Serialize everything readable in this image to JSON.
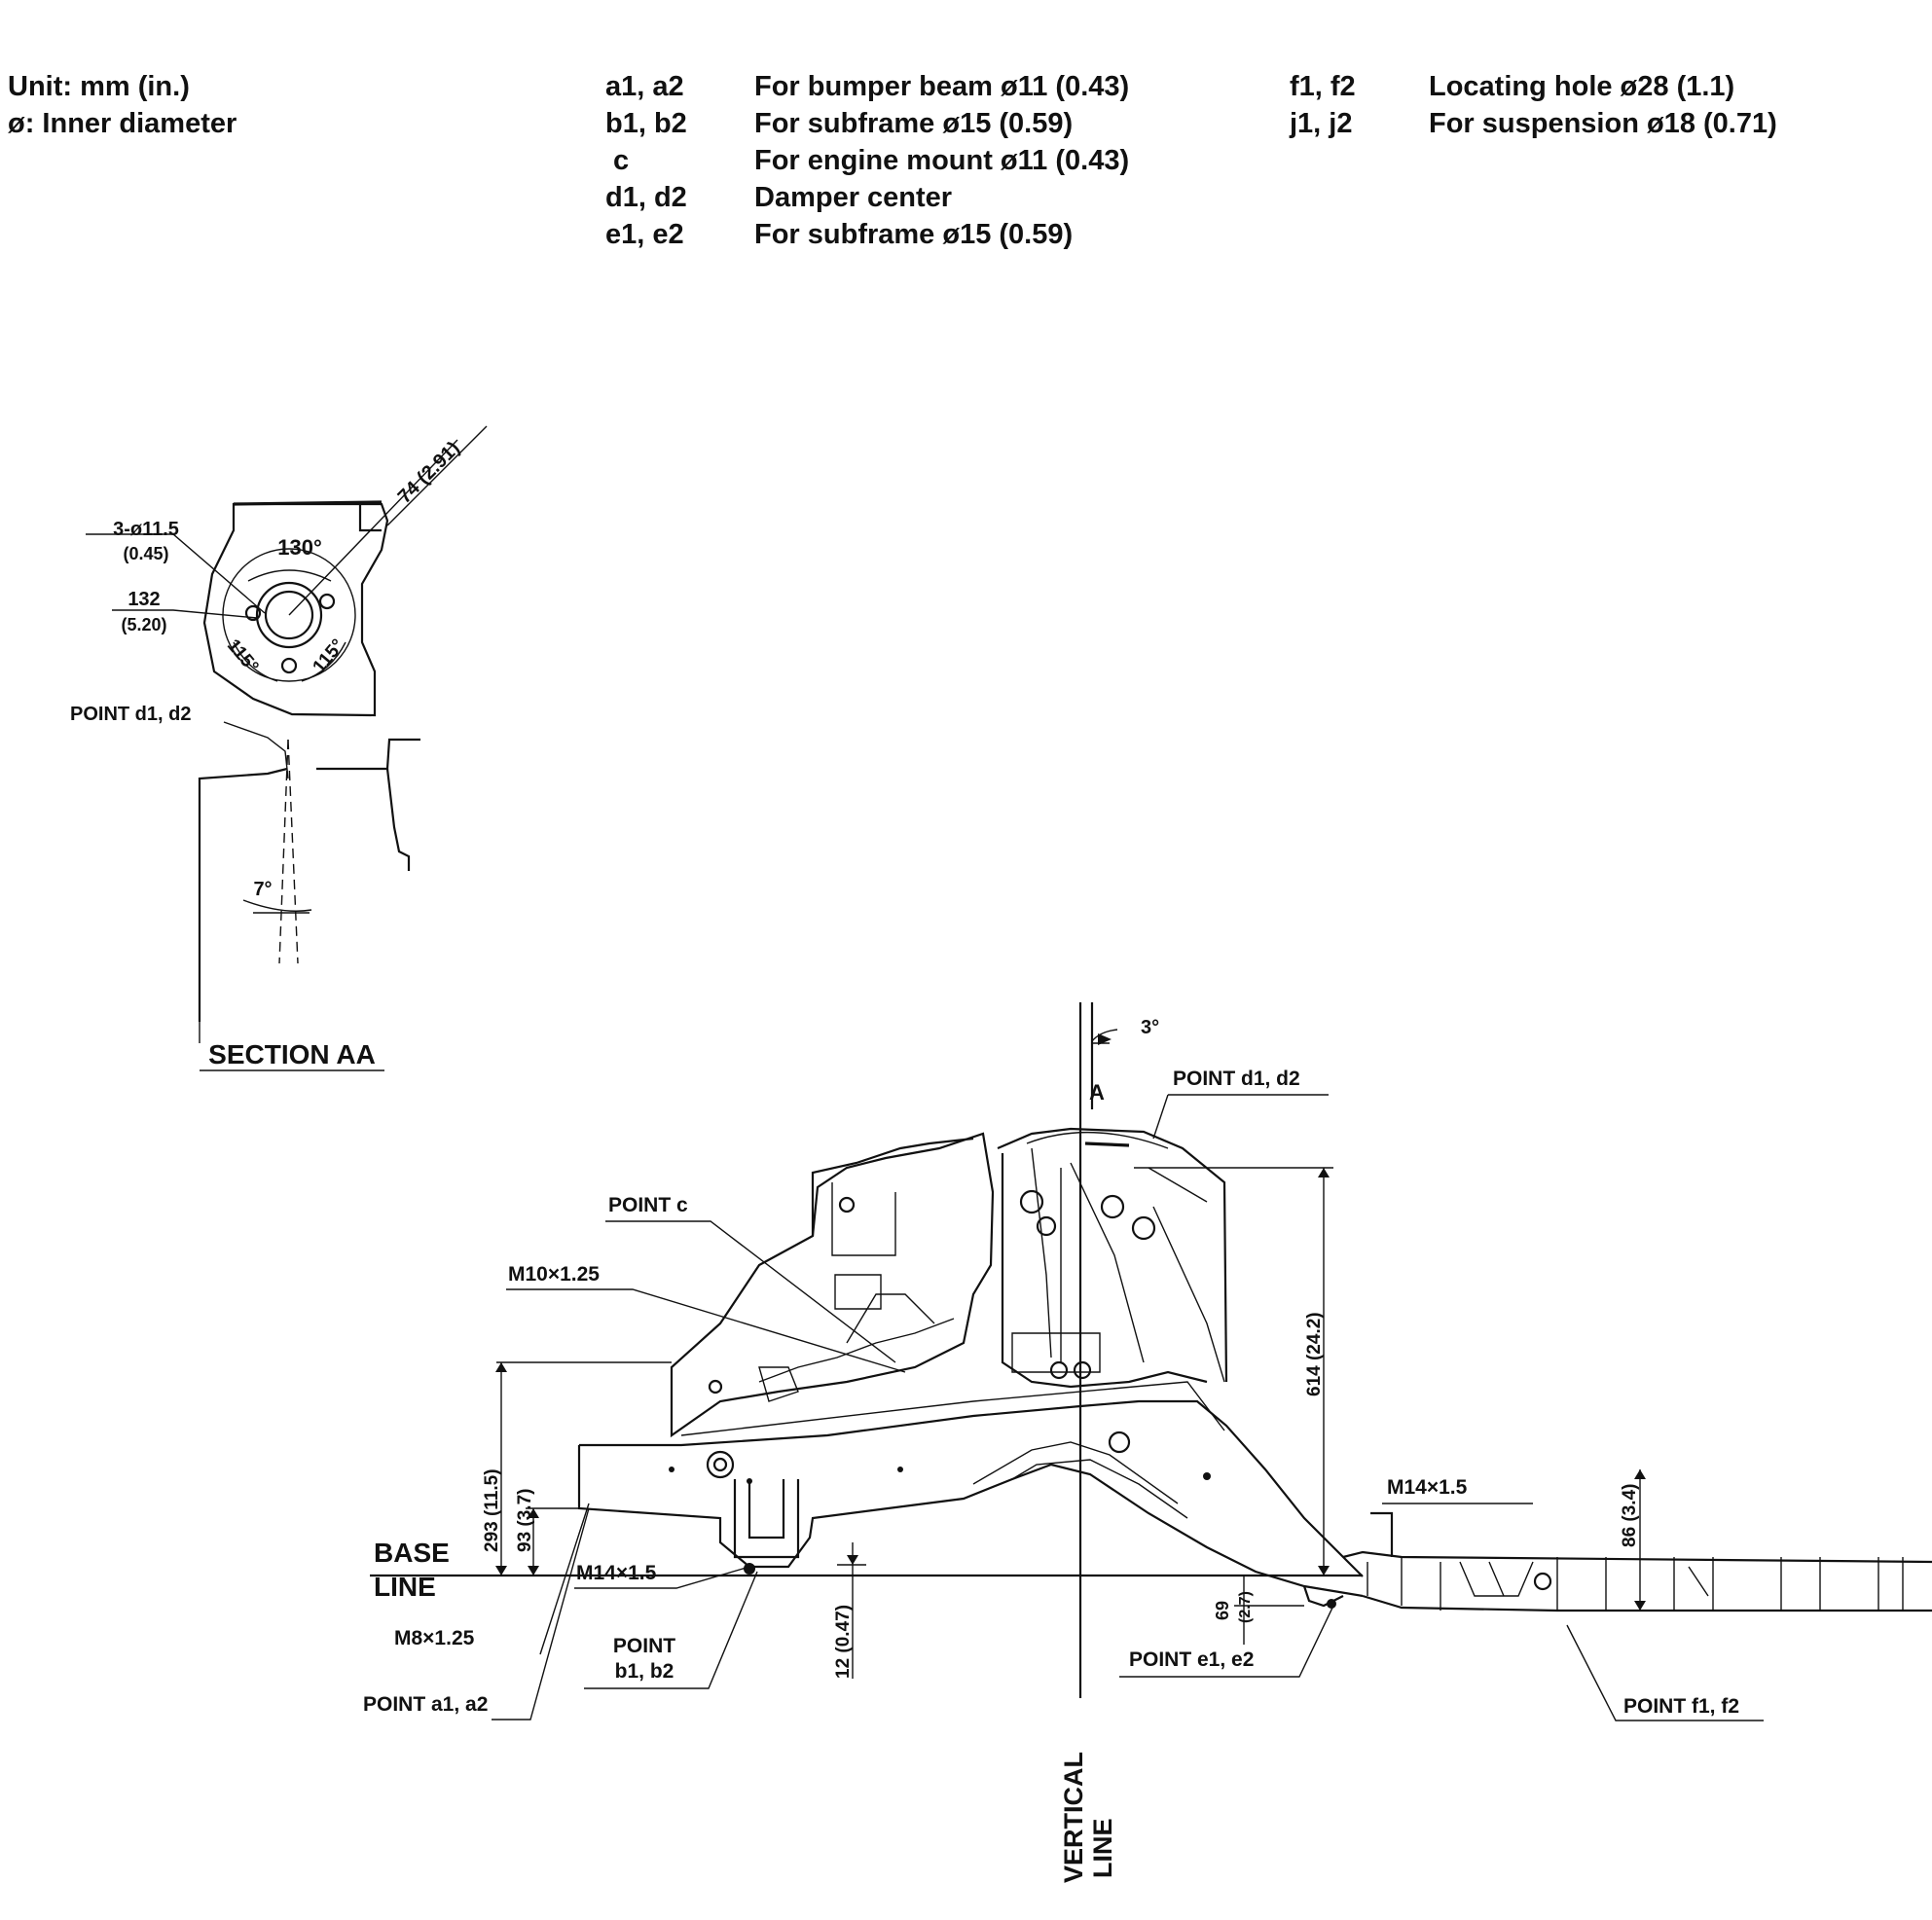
{
  "header": {
    "unit_label": "Unit: mm (in.)",
    "diameter_note": "ø: Inner diameter"
  },
  "legend": {
    "items": [
      {
        "key": "a1, a2",
        "desc": "For bumper beam ø11 (0.43)"
      },
      {
        "key": "b1, b2",
        "desc": "For subframe ø15 (0.59)"
      },
      {
        "key": "c",
        "desc": "For engine mount ø11 (0.43)"
      },
      {
        "key": "d1, d2",
        "desc": "Damper center"
      },
      {
        "key": "e1, e2",
        "desc": "For subframe ø15 (0.59)"
      },
      {
        "key": "f1, f2",
        "desc": "Locating hole ø28 (1.1)"
      },
      {
        "key": "j1, j2",
        "desc": "For suspension ø18 (0.71)"
      }
    ]
  },
  "section_aa": {
    "title": "SECTION AA",
    "holes_label": "3-ø11.5",
    "holes_label_in": "(0.45)",
    "pcd_label": "132",
    "pcd_label_in": "(5.20)",
    "radius_label": "74 (2.91)",
    "angle_top": "130°",
    "angle_left": "115°",
    "angle_right": "115°",
    "point_label": "POINT d1, d2",
    "tilt_angle": "7°"
  },
  "side_view": {
    "angle_label": "3°",
    "section_marker": "A",
    "point_d": "POINT d1, d2",
    "point_c": "POINT c",
    "m10": "M10×1.25",
    "m14_left": "M14×1.5",
    "m14_right": "M14×1.5",
    "m8": "M8×1.25",
    "point_a": "POINT a1, a2",
    "point_b_line1": "POINT",
    "point_b_line2": "b1, b2",
    "point_e": "POINT e1, e2",
    "point_f": "POINT f1, f2",
    "base_line_1": "BASE",
    "base_line_2": "LINE",
    "vertical_line_1": "VERTICAL",
    "vertical_line_2": "LINE",
    "dim_293": "293 (11.5)",
    "dim_93": "93 (3.7)",
    "dim_12": "12 (0.47)",
    "dim_614": "614 (24.2)",
    "dim_69": "69",
    "dim_69_in": "(2.7)",
    "dim_86": "86 (3.4)"
  }
}
